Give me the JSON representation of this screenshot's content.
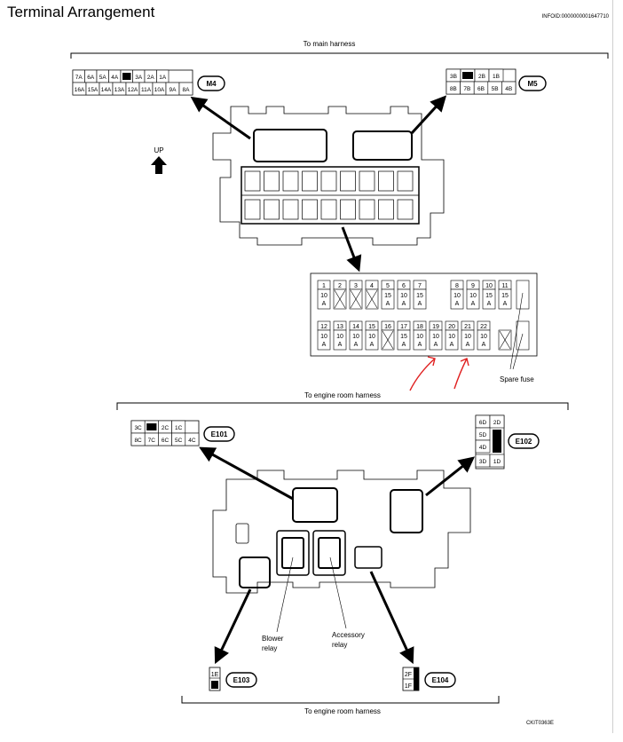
{
  "header": {
    "title": "Terminal Arrangement",
    "info_id": "INFOID:0000000001647710"
  },
  "upper_diagram": {
    "top_label": "To main harness",
    "up_label": "UP",
    "connector_m4": {
      "name": "M4",
      "row1": [
        "7A",
        "6A",
        "5A",
        "4A",
        "■",
        "3A",
        "2A",
        "1A"
      ],
      "row2": [
        "16A",
        "15A",
        "14A",
        "13A",
        "12A",
        "11A",
        "10A",
        "9A",
        "8A"
      ]
    },
    "connector_m5": {
      "name": "M5",
      "row1": [
        "3B",
        "■",
        "2B",
        "1B"
      ],
      "row2": [
        "8B",
        "7B",
        "6B",
        "5B",
        "4B"
      ]
    },
    "fuse_block": {
      "top_row": [
        {
          "num": "1",
          "amp": "10",
          "unit": "A"
        },
        {
          "num": "2",
          "amp": "",
          "unit": ""
        },
        {
          "num": "3",
          "amp": "",
          "unit": ""
        },
        {
          "num": "4",
          "amp": "",
          "unit": ""
        },
        {
          "num": "5",
          "amp": "15",
          "unit": "A"
        },
        {
          "num": "6",
          "amp": "10",
          "unit": "A"
        },
        {
          "num": "7",
          "amp": "15",
          "unit": "A"
        },
        {
          "num": "8",
          "amp": "10",
          "unit": "A"
        },
        {
          "num": "9",
          "amp": "10",
          "unit": "A"
        },
        {
          "num": "10",
          "amp": "15",
          "unit": "A"
        },
        {
          "num": "11",
          "amp": "15",
          "unit": "A"
        }
      ],
      "bottom_row": [
        {
          "num": "12",
          "amp": "10",
          "unit": "A"
        },
        {
          "num": "13",
          "amp": "10",
          "unit": "A"
        },
        {
          "num": "14",
          "amp": "10",
          "unit": "A"
        },
        {
          "num": "15",
          "amp": "10",
          "unit": "A"
        },
        {
          "num": "16",
          "amp": "",
          "unit": ""
        },
        {
          "num": "17",
          "amp": "15",
          "unit": "A"
        },
        {
          "num": "18",
          "amp": "10",
          "unit": "A"
        },
        {
          "num": "19",
          "amp": "10",
          "unit": "A"
        },
        {
          "num": "20",
          "amp": "10",
          "unit": "A"
        },
        {
          "num": "21",
          "amp": "10",
          "unit": "A"
        },
        {
          "num": "22",
          "amp": "10",
          "unit": "A"
        }
      ],
      "spare_label": "Spare fuse"
    }
  },
  "lower_diagram": {
    "top_label": "To engine room harness",
    "bottom_label": "To engine room harness",
    "connector_e101": {
      "name": "E101",
      "row1": [
        "3C",
        "■",
        "2C",
        "1C"
      ],
      "row2": [
        "8C",
        "7C",
        "6C",
        "5C",
        "4C"
      ]
    },
    "connector_e102": {
      "name": "E102",
      "cells": [
        "6D",
        "2D",
        "5D",
        "4D",
        "3D",
        "1D"
      ]
    },
    "connector_e103": {
      "name": "E103",
      "cells": [
        "1E"
      ]
    },
    "connector_e104": {
      "name": "E104",
      "cells": [
        "2F",
        "1F"
      ]
    },
    "blower_relay": {
      "line1": "Blower",
      "line2": "relay"
    },
    "accessory_relay": {
      "line1": "Accessory",
      "line2": "relay"
    }
  },
  "footer": {
    "code": "CKIT0363E"
  },
  "colors": {
    "annotation": "#e02020",
    "line": "#000000"
  }
}
